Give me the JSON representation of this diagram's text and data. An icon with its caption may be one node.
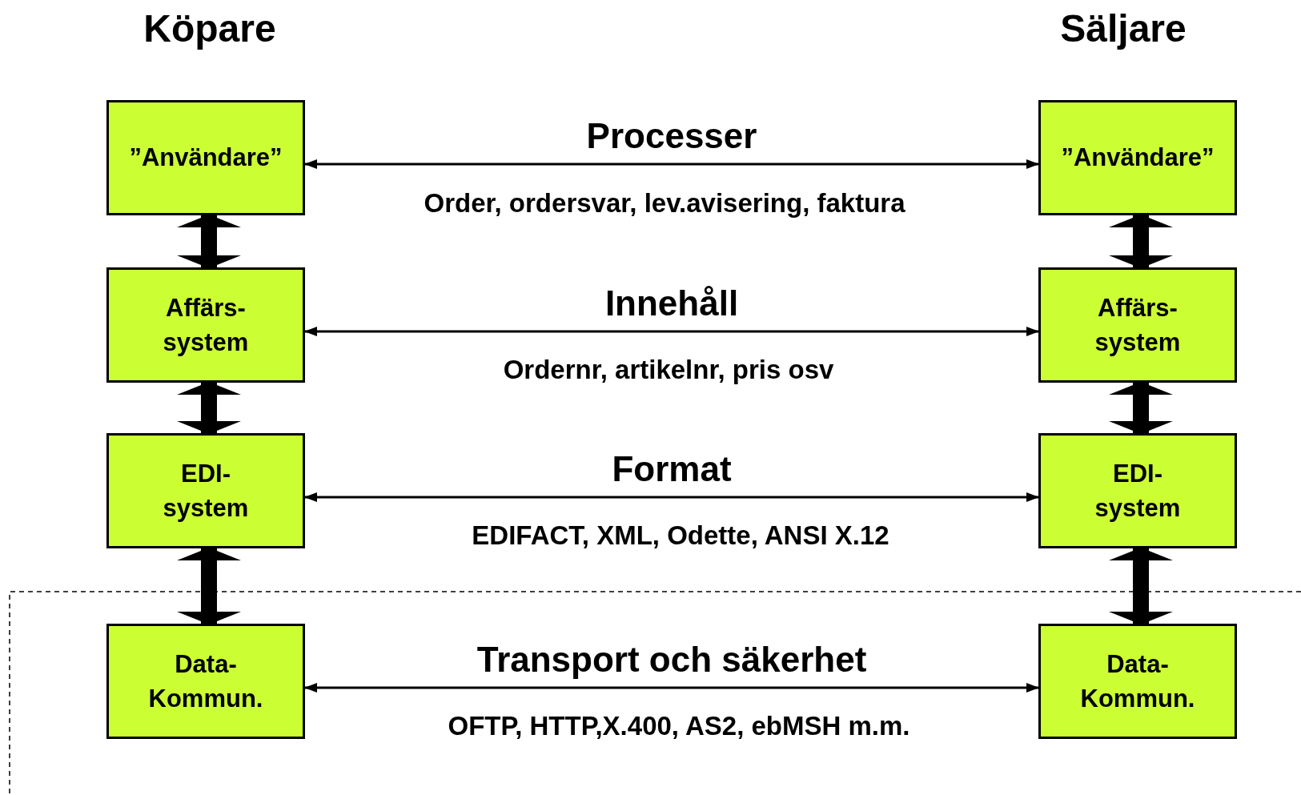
{
  "diagram": {
    "nodes": [
      {
        "text": [
          "”Användare”"
        ]
      },
      {
        "text": [
          "”Användare”"
        ]
      },
      {
        "text": [
          "Affärs- system"
        ]
      },
      {
        "text": [
          "Affärs- system"
        ]
      },
      {
        "text": [
          "EDI- system"
        ]
      },
      {
        "text": [
          "EDI- system"
        ]
      },
      {
        "text": [
          "Data- Kommun."
        ]
      },
      {
        "text": [
          "Data- Kommun."
        ]
      }
    ],
    "edges": [
      {
        "from": 0,
        "to": 1,
        "arrow": "both",
        "label": "Processer"
      },
      {
        "from": 2,
        "to": 3,
        "arrow": "both",
        "label": "Innehåll"
      },
      {
        "from": 4,
        "to": 5,
        "arrow": "both",
        "label": "Format"
      },
      {
        "from": 6,
        "to": 7,
        "arrow": "both",
        "label": "Transport och säkerhet"
      },
      {
        "from": 0,
        "to": 2,
        "arrow": "both"
      },
      {
        "from": 2,
        "to": 4,
        "arrow": "both"
      },
      {
        "from": 4,
        "to": 6,
        "arrow": "both"
      },
      {
        "from": 1,
        "to": 3,
        "arrow": "both"
      },
      {
        "from": 3,
        "to": 5,
        "arrow": "both"
      },
      {
        "from": 5,
        "to": 7,
        "arrow": "both"
      }
    ],
    "labels": [
      "Köpare",
      "Säljare",
      "Order, ordersvar, lev.avisering, faktura",
      "Ordernr, artikelnr, pris osv",
      "EDIFACT, XML, Odette, ANSI X.12",
      "OFTP, HTTP,X.400, AS2, ebMSH m.m."
    ]
  }
}
